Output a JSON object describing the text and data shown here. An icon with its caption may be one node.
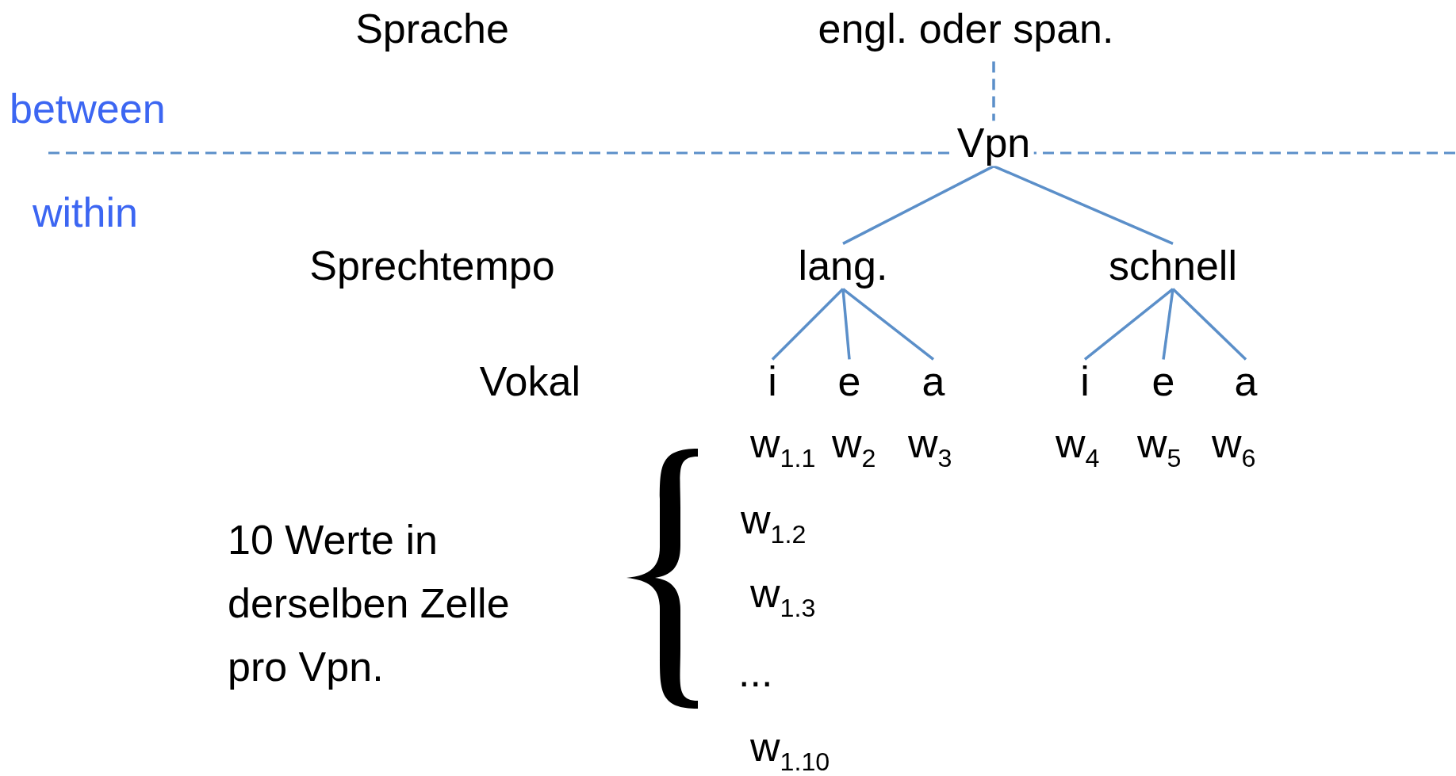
{
  "diagram": {
    "nodes": [
      {
        "text": [
          "engl. oder span."
        ]
      },
      {
        "text": [
          "Vpn"
        ]
      },
      {
        "text": [
          "lang."
        ]
      },
      {
        "text": [
          "schnell"
        ]
      },
      {
        "text": [
          "i"
        ]
      },
      {
        "text": [
          "e"
        ]
      },
      {
        "text": [
          "a"
        ]
      },
      {
        "text": [
          "i"
        ]
      },
      {
        "text": [
          "e"
        ]
      },
      {
        "text": [
          "a"
        ]
      },
      {
        "text": [],
        "shape": "brace"
      }
    ],
    "edges": [
      {
        "from": 0,
        "to": 1,
        "arrow": "none",
        "style": "dashed"
      },
      {
        "from": 1,
        "to": 2,
        "arrow": "none"
      },
      {
        "from": 1,
        "to": 3,
        "arrow": "none"
      },
      {
        "from": 2,
        "to": 4,
        "arrow": "none"
      },
      {
        "from": 2,
        "to": 5,
        "arrow": "none"
      },
      {
        "from": 2,
        "to": 6,
        "arrow": "none"
      },
      {
        "from": 3,
        "to": 7,
        "arrow": "none"
      },
      {
        "from": 3,
        "to": 8,
        "arrow": "none"
      },
      {
        "from": 3,
        "to": 9,
        "arrow": "none"
      }
    ],
    "labels": [
      "Sprache",
      "between",
      "within",
      "Sprechtempo",
      "Vokal",
      "w$_{1.1}$",
      "w$_{2}$",
      "w$_{3}$",
      "w$_{4}$",
      "w$_{5}$",
      "w$_{6}$",
      "10 Werte in derselben Zelle pro Vpn.",
      "w$_{1.2}$",
      "w$_{1.3}$",
      "...",
      "w$_{1.10}$"
    ]
  }
}
